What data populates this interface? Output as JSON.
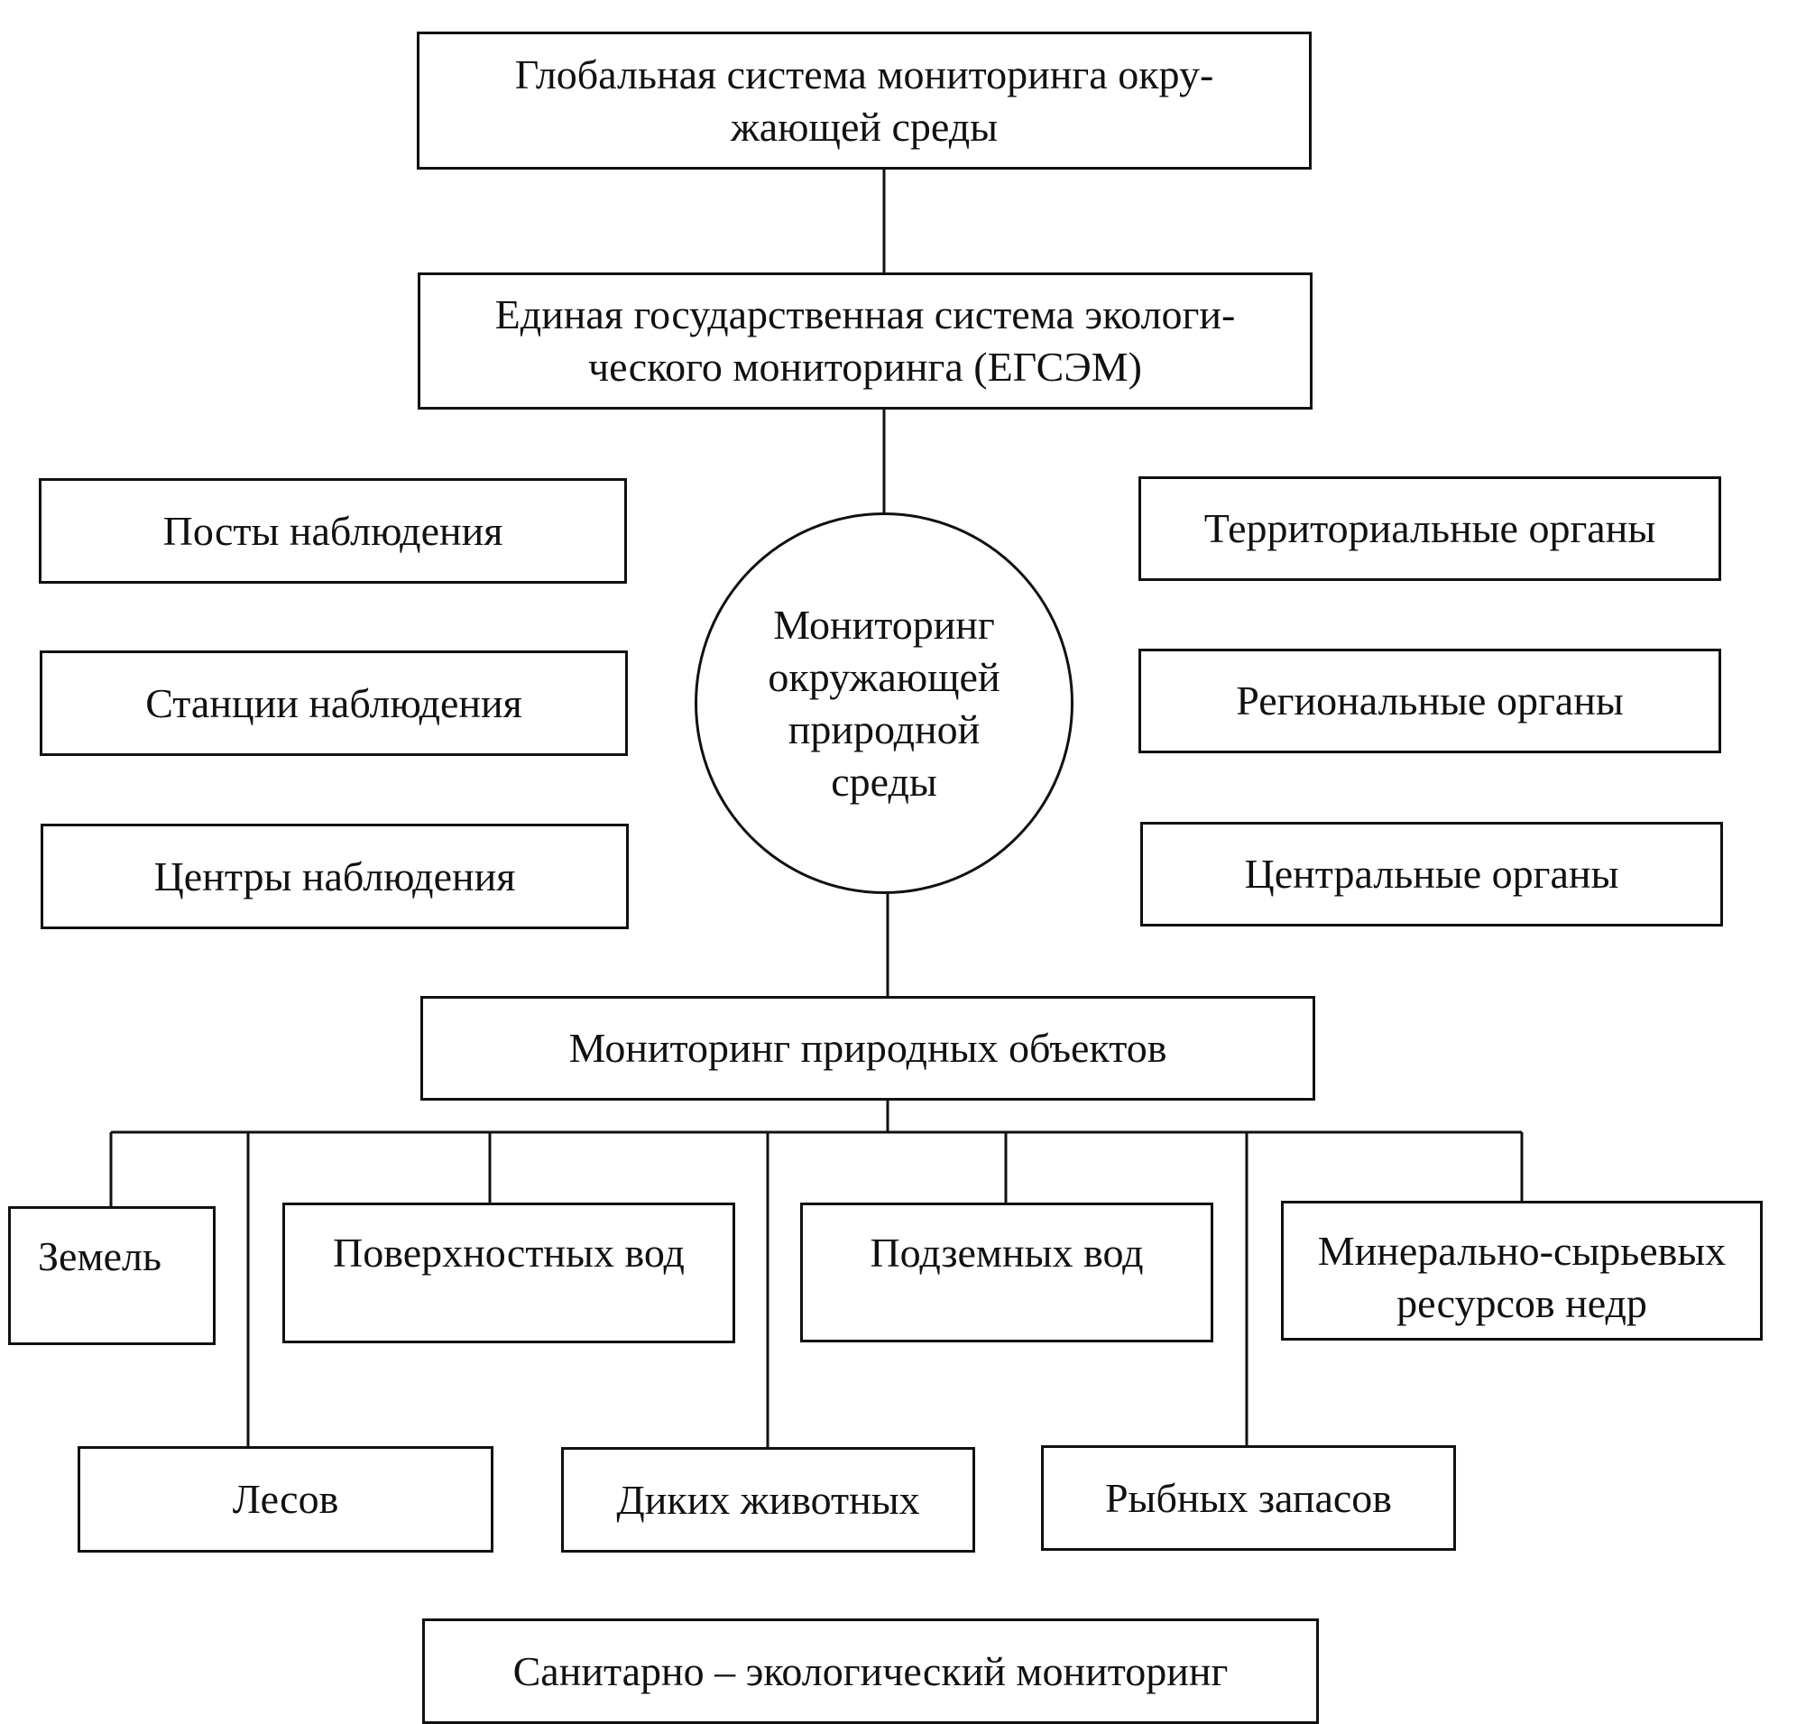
{
  "global_system": "Глобальная система мониторинга окру-\nжающей среды",
  "egsem": "Единая государственная система экологи-\nческого мониторинга (ЕГСЭМ)",
  "center": "Мониторинг\nокружающей\nприродной\nсреды",
  "left_boxes": [
    "Посты наблюдения",
    "Станции наблюдения",
    "Центры наблюдения"
  ],
  "right_boxes": [
    "Территориальные органы",
    "Региональные органы",
    "Центральные органы"
  ],
  "natural_objects": "Мониторинг природных объектов",
  "objects_row1": [
    "Земель",
    "Поверхностных вод",
    "Подземных вод",
    "Минерально-сырьевых\nресурсов недр"
  ],
  "objects_row2": [
    "Лесов",
    "Диких животных",
    "Рыбных запасов"
  ],
  "sanitary": "Санитарно – экологический мониторинг"
}
